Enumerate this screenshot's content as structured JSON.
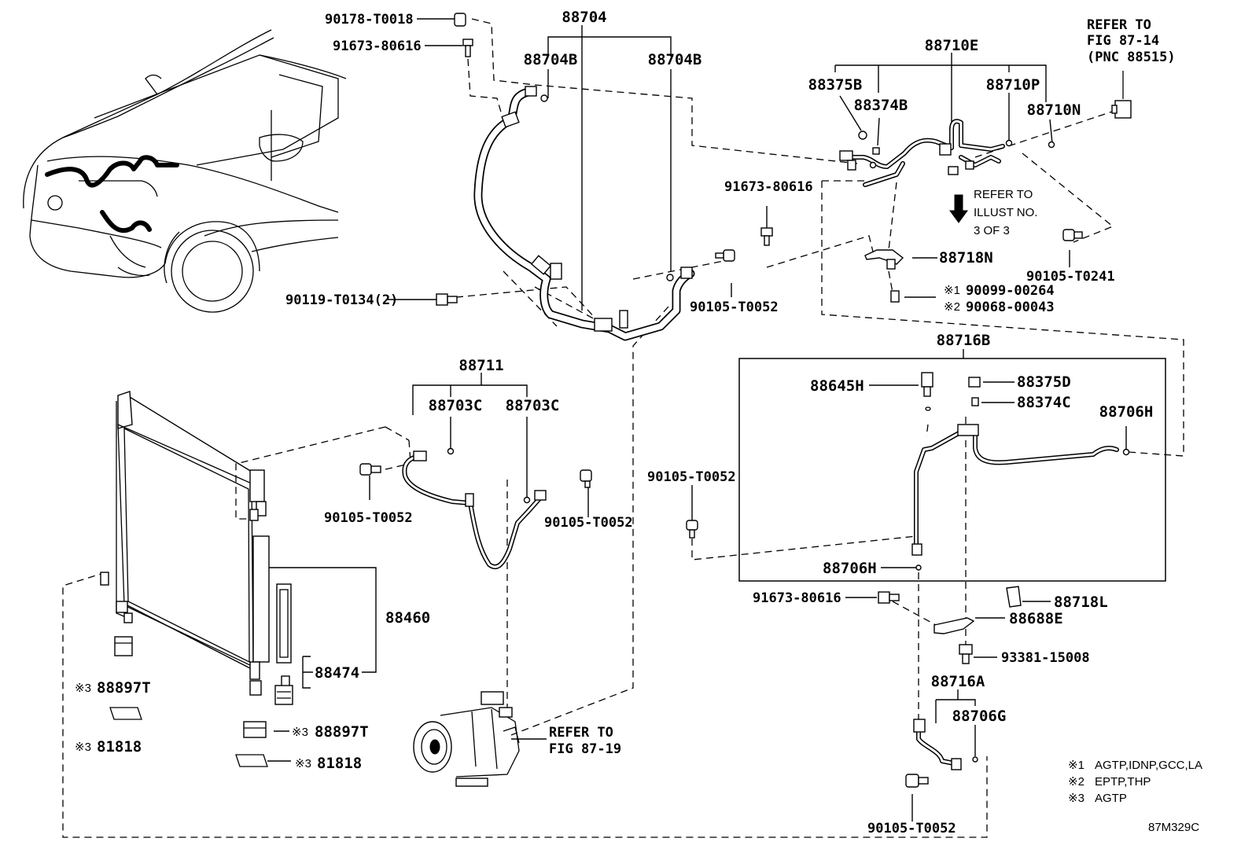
{
  "diagram_id": "87M329C",
  "notes": [
    {
      "mark": "※1",
      "text": "AGTP,IDNP,GCC,LA"
    },
    {
      "mark": "※2",
      "text": "EPTP,THP"
    },
    {
      "mark": "※3",
      "text": "AGTP"
    }
  ],
  "refs": {
    "fig_87_14": [
      "REFER TO",
      "FIG 87-14",
      "(PNC 88515)"
    ],
    "illust_3of3": [
      "REFER TO",
      "ILLUST NO.",
      "3 OF 3"
    ],
    "fig_87_19": [
      "REFER TO",
      "FIG 87-19"
    ]
  },
  "labels": {
    "p90178_T0018": "90178-T0018",
    "p91673_80616_a": "91673-80616",
    "p88704": "88704",
    "p88704B_a": "88704B",
    "p88704B_b": "88704B",
    "p90119_T0134": "90119-T0134(2)",
    "p90105_T0052_a": "90105-T0052",
    "p88710E": "88710E",
    "p88375B": "88375B",
    "p88374B": "88374B",
    "p88710P": "88710P",
    "p88710N": "88710N",
    "p91673_80616_b": "91673-80616",
    "p88718N": "88718N",
    "p90105_T0241": "90105-T0241",
    "p90099_00264": "90099-00264",
    "p90068_00043": "90068-00043",
    "p88716B": "88716B",
    "p88711": "88711",
    "p88703C_a": "88703C",
    "p88703C_b": "88703C",
    "p90105_T0052_b": "90105-T0052",
    "p90105_T0052_c": "90105-T0052",
    "p88645H": "88645H",
    "p88375D": "88375D",
    "p88374C": "88374C",
    "p88706H_a": "88706H",
    "p90105_T0052_d": "90105-T0052",
    "p88706H_b": "88706H",
    "p91673_80616_c": "91673-80616",
    "p88718L": "88718L",
    "p88688E": "88688E",
    "p93381_15008": "93381-15008",
    "p88460": "88460",
    "p88474": "88474",
    "p88897T_a": "88897T",
    "p81818_a": "81818",
    "p88897T_b": "88897T",
    "p81818_b": "81818",
    "p88716A": "88716A",
    "p88706G": "88706G",
    "p90105_T0052_e": "90105-T0052"
  }
}
